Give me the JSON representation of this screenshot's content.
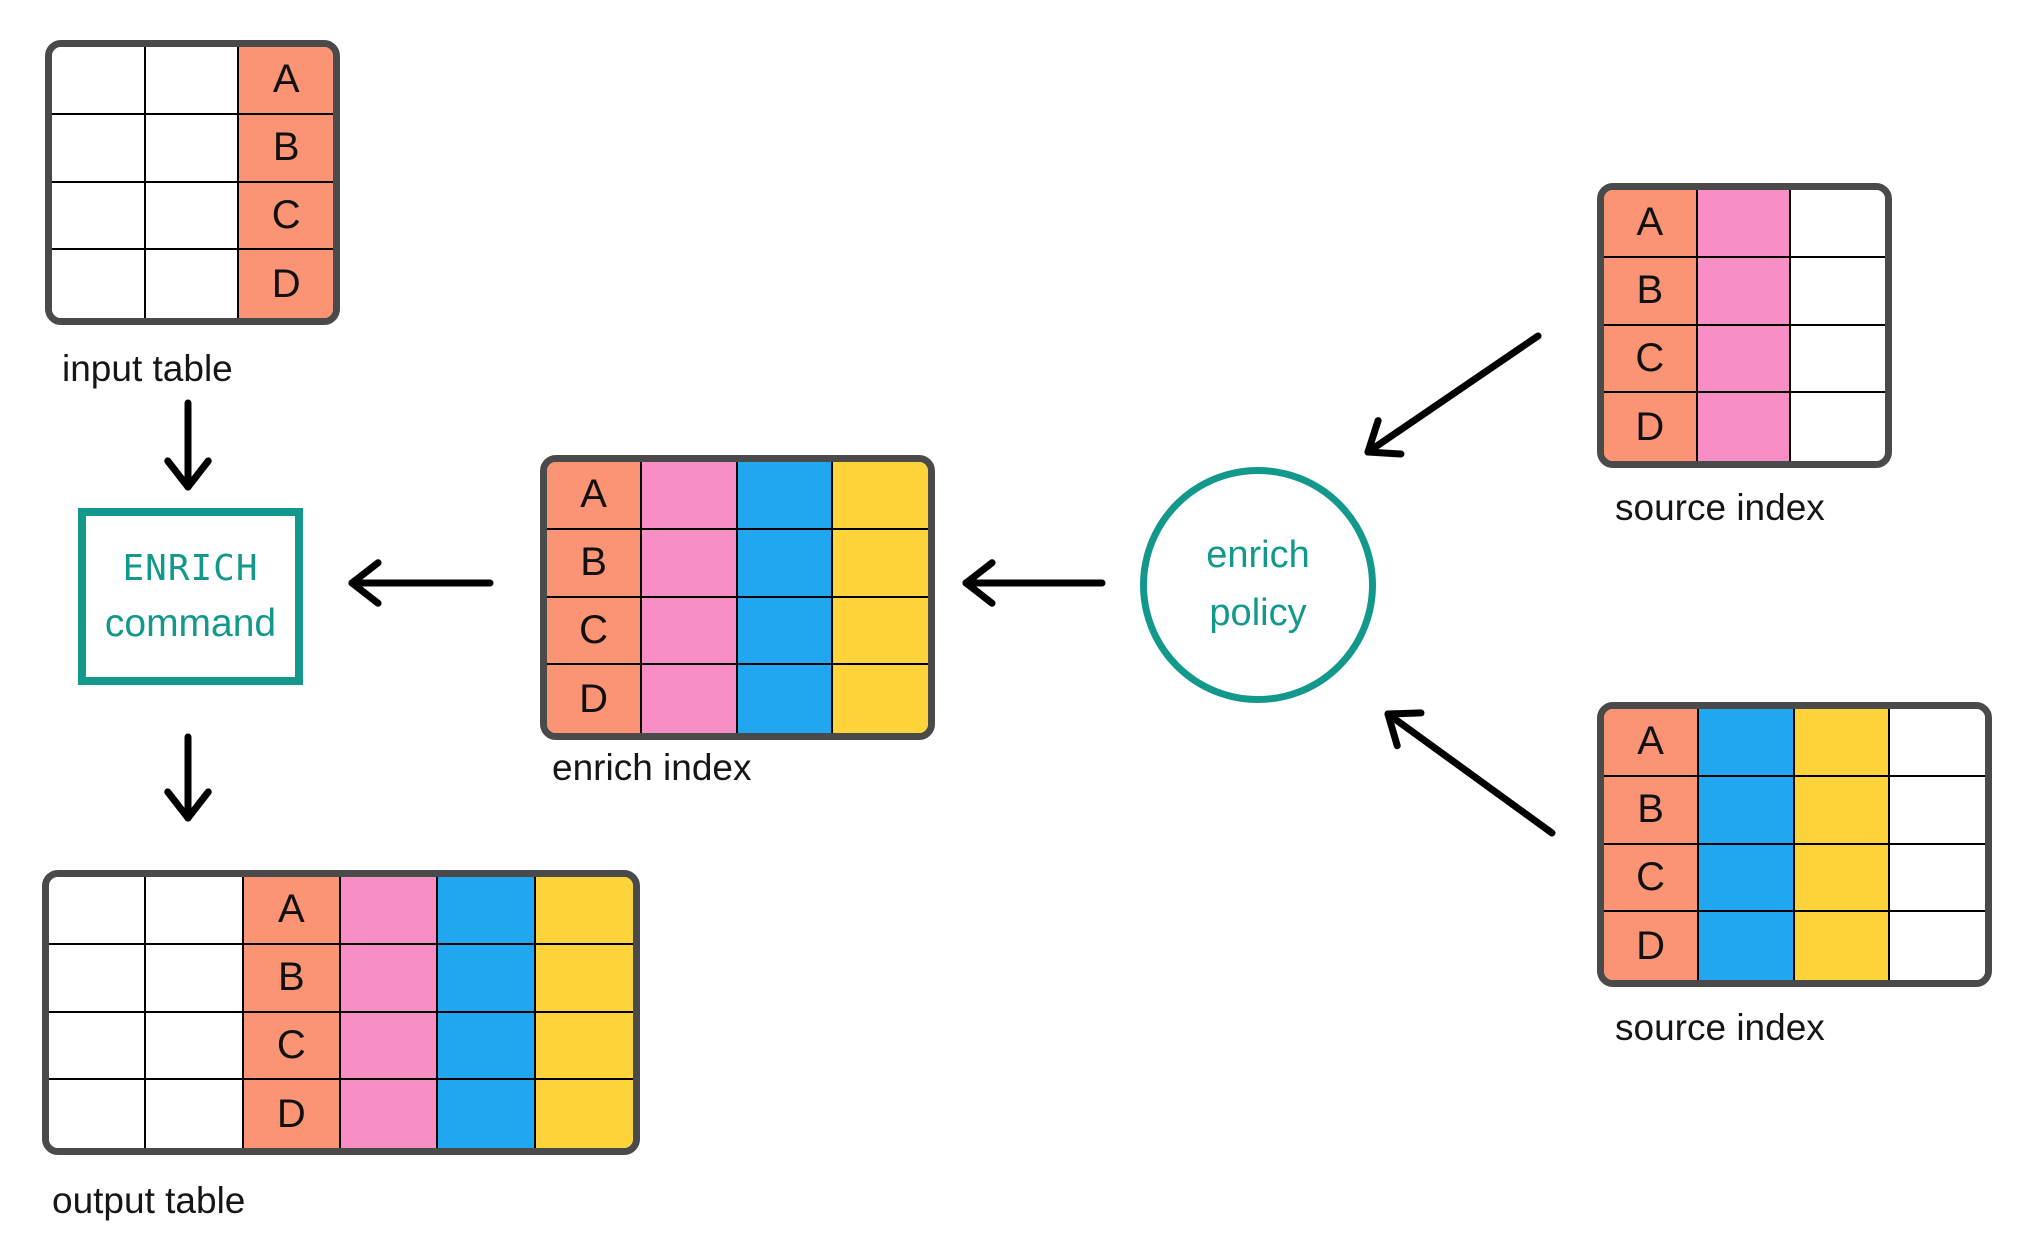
{
  "colors": {
    "salmon": "#FA9475",
    "pink": "#F78FC5",
    "blue": "#20A7F0",
    "yellow": "#FFD43B",
    "white": "#FFFFFF",
    "teal": "#12998B",
    "table_border": "#4A4A4A",
    "grid_line": "#000000",
    "arrow": "#000000",
    "label_text": "#161616"
  },
  "row_labels": [
    "A",
    "B",
    "C",
    "D"
  ],
  "tables": [
    {
      "id": "input-table",
      "label": "input table",
      "columns": [
        "white",
        "white",
        "salmon"
      ],
      "letters_column": 2
    },
    {
      "id": "enrich-index",
      "label": "enrich index",
      "columns": [
        "salmon",
        "pink",
        "blue",
        "yellow"
      ],
      "letters_column": 0
    },
    {
      "id": "source-index-top",
      "label": "source index",
      "columns": [
        "salmon",
        "pink",
        "white"
      ],
      "letters_column": 0
    },
    {
      "id": "source-index-bottom",
      "label": "source index",
      "columns": [
        "salmon",
        "blue",
        "yellow",
        "white"
      ],
      "letters_column": 0
    },
    {
      "id": "output-table",
      "label": "output table",
      "columns": [
        "white",
        "white",
        "salmon",
        "pink",
        "blue",
        "yellow"
      ],
      "letters_column": 2
    }
  ],
  "enrich_command": {
    "line1": "ENRICH",
    "line2": "command"
  },
  "enrich_policy": {
    "line1": "enrich",
    "line2": "policy"
  },
  "connections": [
    {
      "from": "input-table",
      "to": "enrich-command"
    },
    {
      "from": "enrich-command",
      "to": "output-table"
    },
    {
      "from": "enrich-index",
      "to": "enrich-command"
    },
    {
      "from": "enrich-policy",
      "to": "enrich-index"
    },
    {
      "from": "source-index-top",
      "to": "enrich-policy"
    },
    {
      "from": "source-index-bottom",
      "to": "enrich-policy"
    }
  ]
}
